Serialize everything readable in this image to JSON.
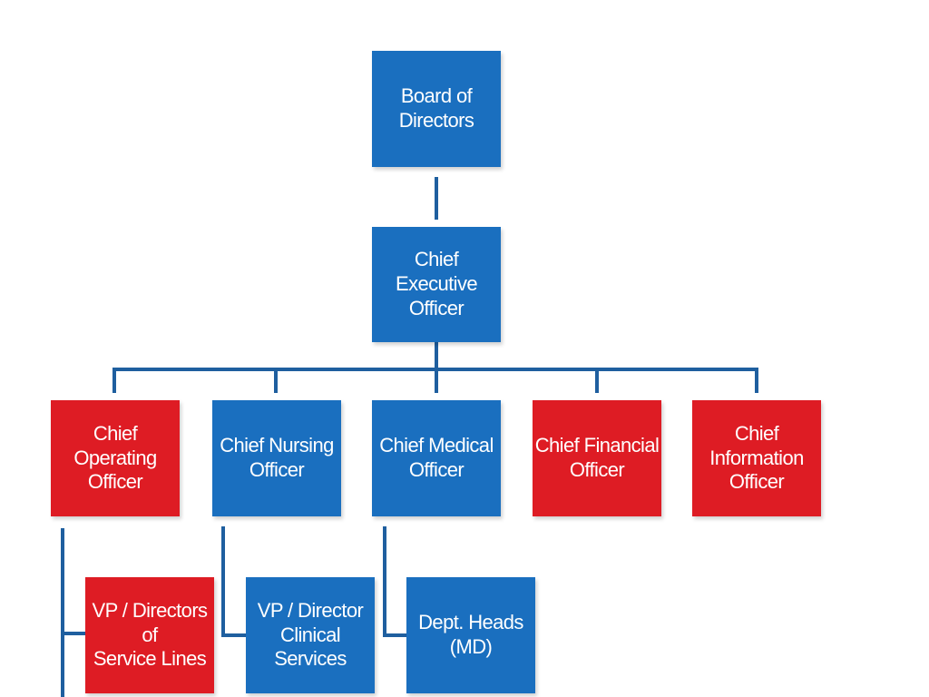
{
  "colors": {
    "blue_box": "#1a6fbf",
    "red_box": "#de1c24",
    "connector": "#1f5f9f",
    "text": "#ffffff"
  },
  "nodes": {
    "board": {
      "label": "Board of\nDirectors",
      "color": "blue"
    },
    "ceo": {
      "label": "Chief Executive\nOfficer",
      "color": "blue"
    },
    "coo": {
      "label": "Chief Operating\nOfficer",
      "color": "red"
    },
    "cno": {
      "label": "Chief Nursing\nOfficer",
      "color": "blue"
    },
    "cmo": {
      "label": "Chief Medical\nOfficer",
      "color": "blue"
    },
    "cfo": {
      "label": "Chief Financial\nOfficer",
      "color": "red"
    },
    "cio": {
      "label": "Chief\nInformation\nOfficer",
      "color": "red"
    },
    "vp_service": {
      "label": "VP / Directors of\nService Lines",
      "color": "red"
    },
    "vp_clinical": {
      "label": "VP / Director\nClinical\nServices",
      "color": "blue"
    },
    "dept_heads": {
      "label": "Dept. Heads\n(MD)",
      "color": "blue"
    }
  },
  "edges": [
    [
      "board",
      "ceo"
    ],
    [
      "ceo",
      "coo"
    ],
    [
      "ceo",
      "cno"
    ],
    [
      "ceo",
      "cmo"
    ],
    [
      "ceo",
      "cfo"
    ],
    [
      "ceo",
      "cio"
    ],
    [
      "coo",
      "vp_service"
    ],
    [
      "cno",
      "vp_clinical"
    ],
    [
      "cmo",
      "dept_heads"
    ]
  ]
}
